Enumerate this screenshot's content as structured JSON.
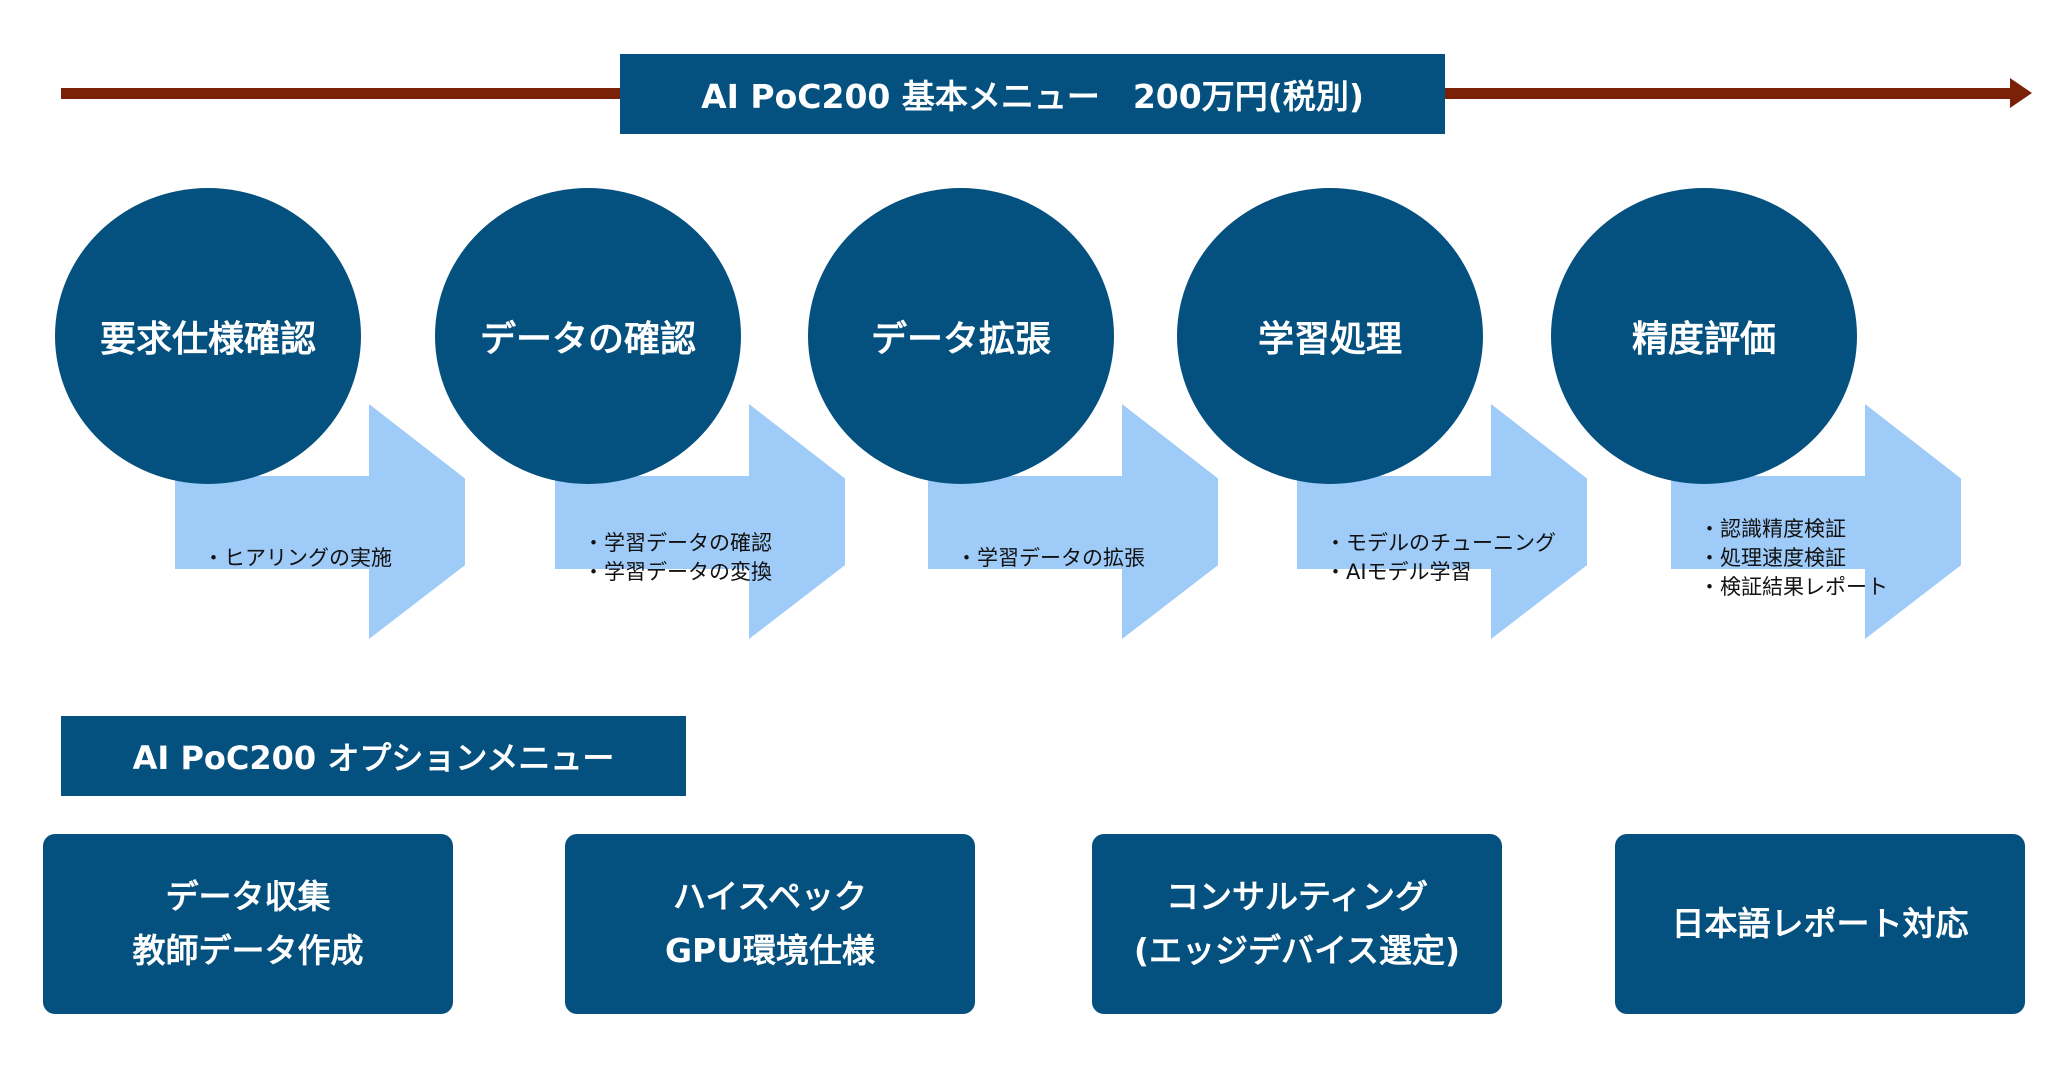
{
  "colors": {
    "box": "#04507f",
    "arrow_fill": "#9ecbf8",
    "timeline": "#7a2108",
    "text_light": "#ffffff",
    "text_dark": "#111111"
  },
  "basic_menu_title": "AI PoC200 基本メニュー　200万円(税別)",
  "steps": [
    {
      "title": "要求仕様確認",
      "bullets": [
        "・ヒアリングの実施"
      ]
    },
    {
      "title": "データの確認",
      "bullets": [
        "・学習データの確認",
        "・学習データの変換"
      ]
    },
    {
      "title": "データ拡張",
      "bullets": [
        "・学習データの拡張"
      ]
    },
    {
      "title": "学習処理",
      "bullets": [
        "・モデルのチューニング",
        "・AIモデル学習"
      ]
    },
    {
      "title": "精度評価",
      "bullets": [
        "・認識精度検証",
        "・処理速度検証",
        "・検証結果レポート"
      ]
    }
  ],
  "option_menu_title": "AI PoC200 オプションメニュー",
  "options": [
    {
      "lines": [
        "データ収集",
        "教師データ作成"
      ]
    },
    {
      "lines": [
        "ハイスペック",
        "GPU環境仕様"
      ]
    },
    {
      "lines": [
        "コンサルティング",
        "(エッジデバイス選定)"
      ]
    },
    {
      "lines": [
        "日本語レポート対応"
      ]
    }
  ]
}
